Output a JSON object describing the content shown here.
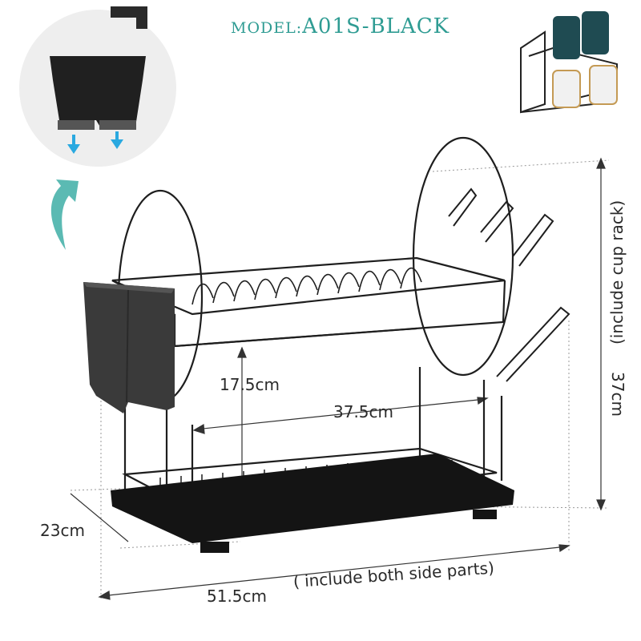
{
  "model": {
    "prefix": "MODEL:",
    "code": "A01S-BLACK"
  },
  "dimensions": {
    "tier_height": "17.5cm",
    "inner_width": "37.5cm",
    "depth": "23cm",
    "total_width": "51.5cm",
    "total_width_note": "( include both side parts)",
    "overall_height": "37cm",
    "overall_height_note": "(include cup rack)"
  },
  "colors": {
    "title": "#2f9c93",
    "arrow": "#5bbab3",
    "rack": "#1e1e1e",
    "caddy": "#3a3a3a",
    "drain": "#2aa9e0"
  }
}
